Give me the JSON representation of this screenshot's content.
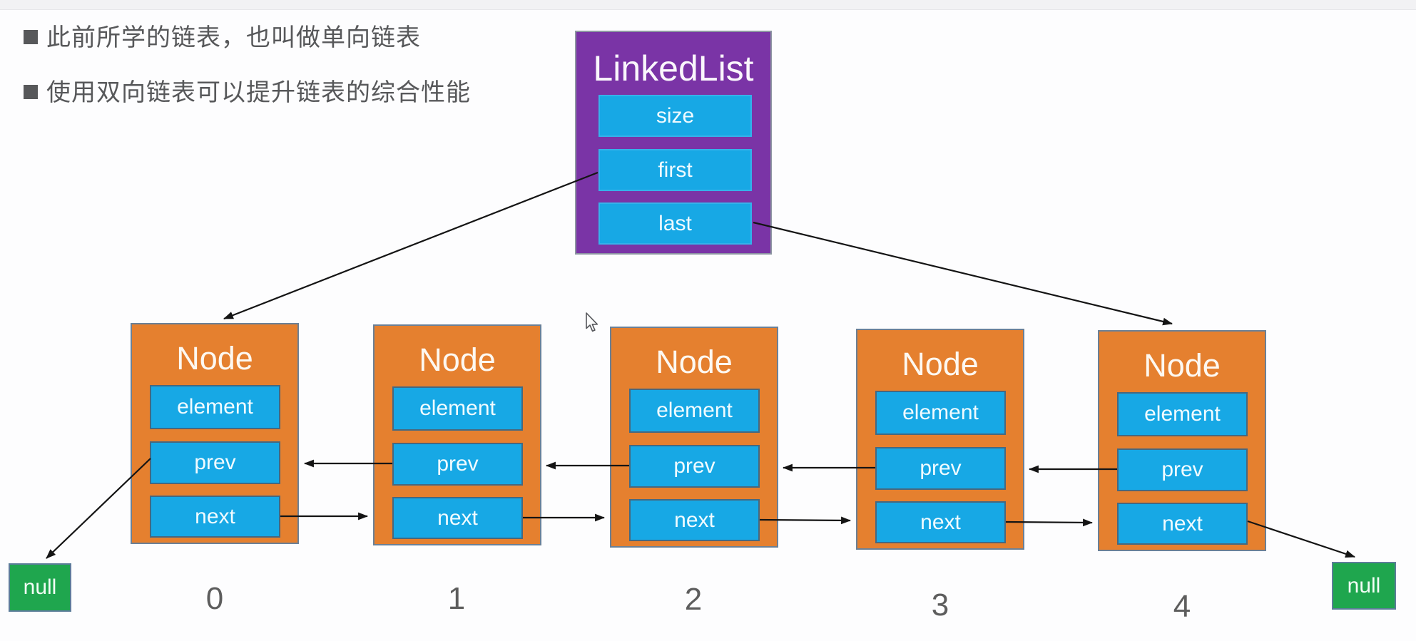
{
  "bullets": [
    "此前所学的链表，也叫做单向链表",
    "使用双向链表可以提升链表的综合性能"
  ],
  "linked_list": {
    "title": "LinkedList",
    "fields": [
      "size",
      "first",
      "last"
    ]
  },
  "nodes": [
    {
      "title": "Node",
      "fields": [
        "element",
        "prev",
        "next"
      ],
      "index": "0"
    },
    {
      "title": "Node",
      "fields": [
        "element",
        "prev",
        "next"
      ],
      "index": "1"
    },
    {
      "title": "Node",
      "fields": [
        "element",
        "prev",
        "next"
      ],
      "index": "2"
    },
    {
      "title": "Node",
      "fields": [
        "element",
        "prev",
        "next"
      ],
      "index": "3"
    },
    {
      "title": "Node",
      "fields": [
        "element",
        "prev",
        "next"
      ],
      "index": "4"
    }
  ],
  "nulls": {
    "left": "null",
    "right": "null"
  },
  "colors": {
    "node_orange": "#e5802f",
    "field_cyan": "#17a8e5",
    "linkedlist_purple": "#7a34a6",
    "null_green": "#1fa64e",
    "box_border": "#6b8096",
    "arrow_black": "#141414",
    "text_gray": "#57585a"
  }
}
